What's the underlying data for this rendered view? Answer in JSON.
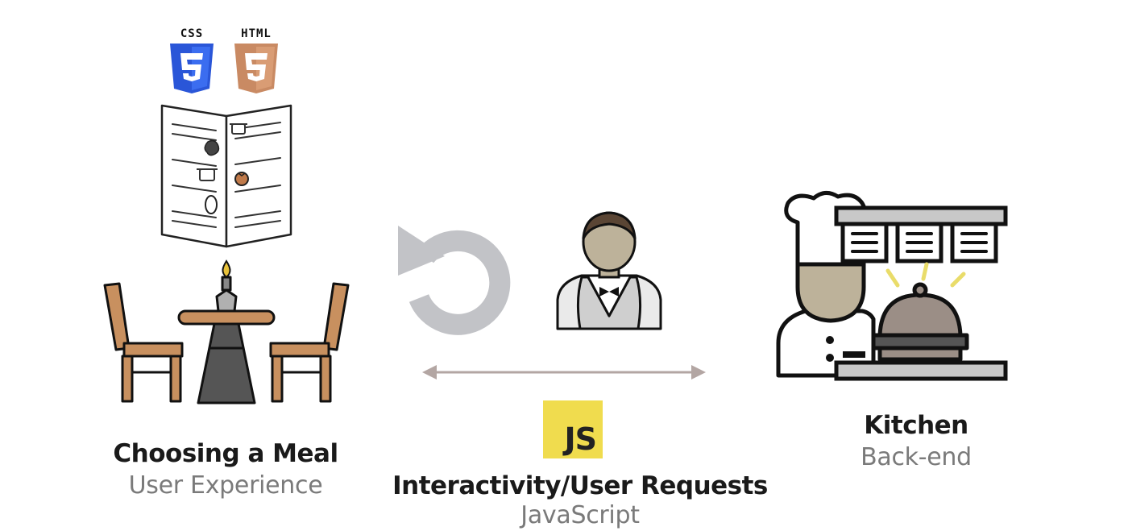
{
  "logos": {
    "css_label": "CSS",
    "html_label": "HTML",
    "js_label": "JS"
  },
  "sections": {
    "left": {
      "title": "Choosing a Meal",
      "subtitle": "User Experience"
    },
    "middle": {
      "title": "Interactivity/User Requests",
      "subtitle": "JavaScript"
    },
    "right": {
      "title": "Kitchen",
      "subtitle": "Back-end"
    }
  },
  "colors": {
    "css_blue": "#2a56d8",
    "html_orange": "#c98a63",
    "js_yellow": "#f0dc4e",
    "wood": "#c8905f",
    "outline": "#111111",
    "gray_arrow": "#b8b8bc"
  }
}
